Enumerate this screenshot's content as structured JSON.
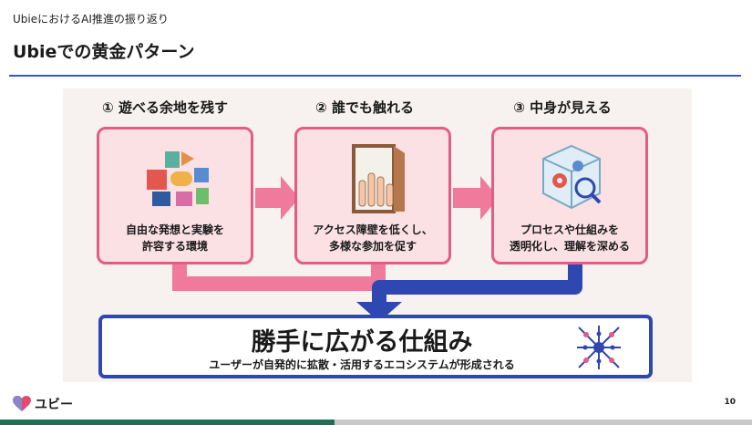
{
  "header": {
    "subtitle": "UbieにおけるAI推進の振り返り",
    "title": "Ubieでの黄金パターン"
  },
  "steps": [
    {
      "title": "① 遊べる余地を残す",
      "line1": "自由な発想と実験を",
      "line2": "許容する環境",
      "icon": "building-blocks-icon"
    },
    {
      "title": "② 誰でも触れる",
      "line1": "アクセス障壁を低くし、",
      "line2": "多様な参加を促す",
      "icon": "raised-hands-door-icon"
    },
    {
      "title": "③ 中身が見える",
      "line1": "プロセスや仕組みを",
      "line2": "透明化し、理解を深める",
      "icon": "transparent-cube-gears-icon"
    }
  ],
  "result": {
    "title": "勝手に広がる仕組み",
    "subtitle": "ユーザーが自発的に拡散・活用するエコシステムが形成される",
    "icon": "network-spread-icon"
  },
  "footer": {
    "brand": "ユビー",
    "page_number": "10"
  },
  "colors": {
    "accent_blue": "#2f47b0",
    "card_pink": "#fbe0e4",
    "card_border": "#e25d86",
    "arrow_pink": "#f07a9c",
    "footer_green": "#1f6e58"
  }
}
